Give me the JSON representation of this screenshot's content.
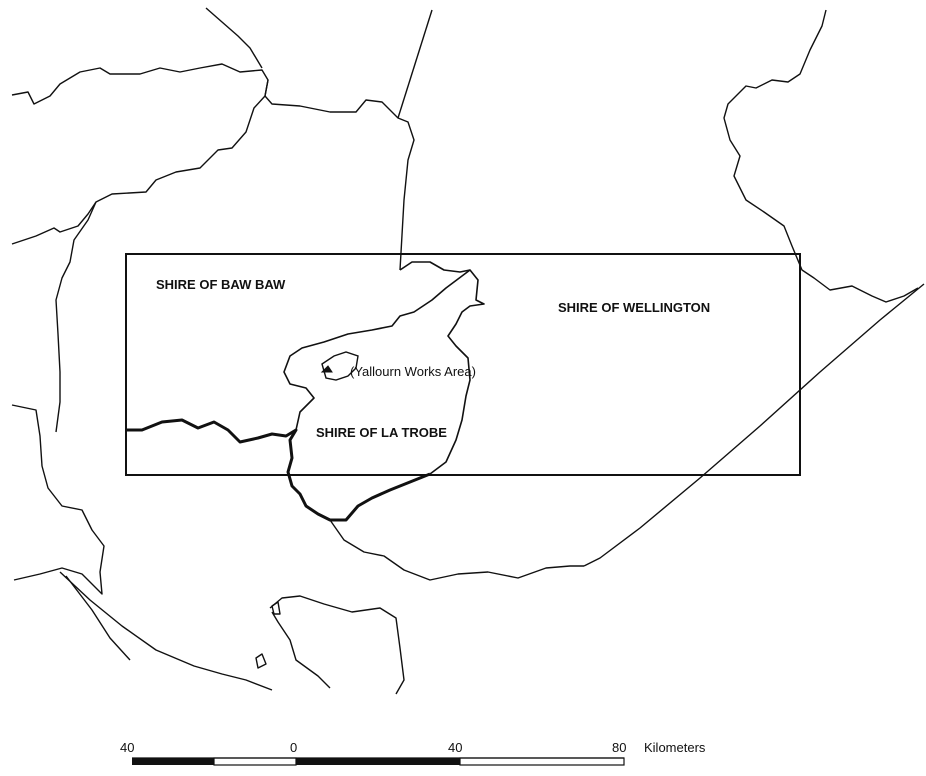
{
  "map": {
    "regions": [
      {
        "label": "SHIRE OF BAW BAW"
      },
      {
        "label": "SHIRE OF WELLINGTON"
      },
      {
        "label": "SHIRE OF LA TROBE"
      }
    ],
    "places": [
      {
        "label": "(Yallourn Works Area)"
      }
    ],
    "scale_bar": {
      "ticks": [
        "40",
        "0",
        "40",
        "80"
      ],
      "unit": "Kilometers"
    },
    "colors": {
      "line": "#111111",
      "background": "#ffffff"
    }
  }
}
